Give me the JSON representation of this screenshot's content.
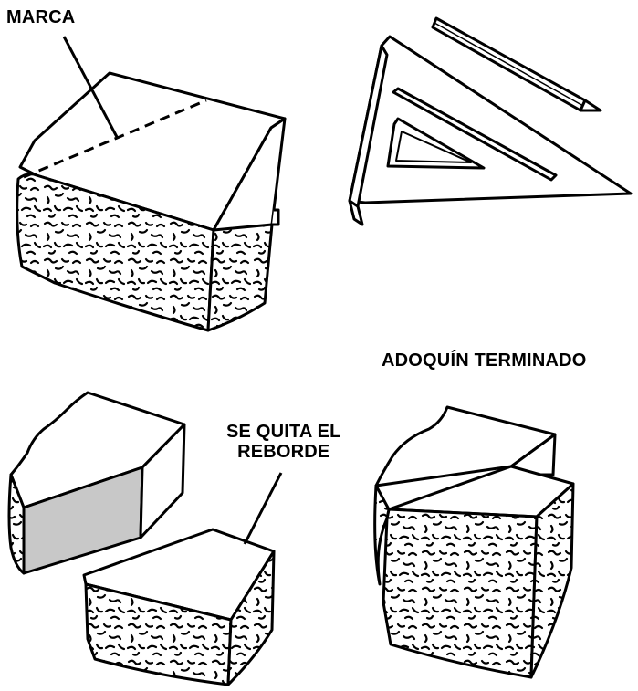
{
  "labels": {
    "mark": "MARCA",
    "finished": "ADOQUÍN TERMINADO",
    "removed_line1": "SE QUITA EL",
    "removed_line2": "REBORDE"
  },
  "colors": {
    "ink": "#000000",
    "paper": "#ffffff",
    "cut_face": "#c8c8c8"
  },
  "icons": [
    "paver-block-marked",
    "pencil",
    "rafter-square",
    "paver-lip-piece",
    "paver-trimmed",
    "paver-finished"
  ]
}
